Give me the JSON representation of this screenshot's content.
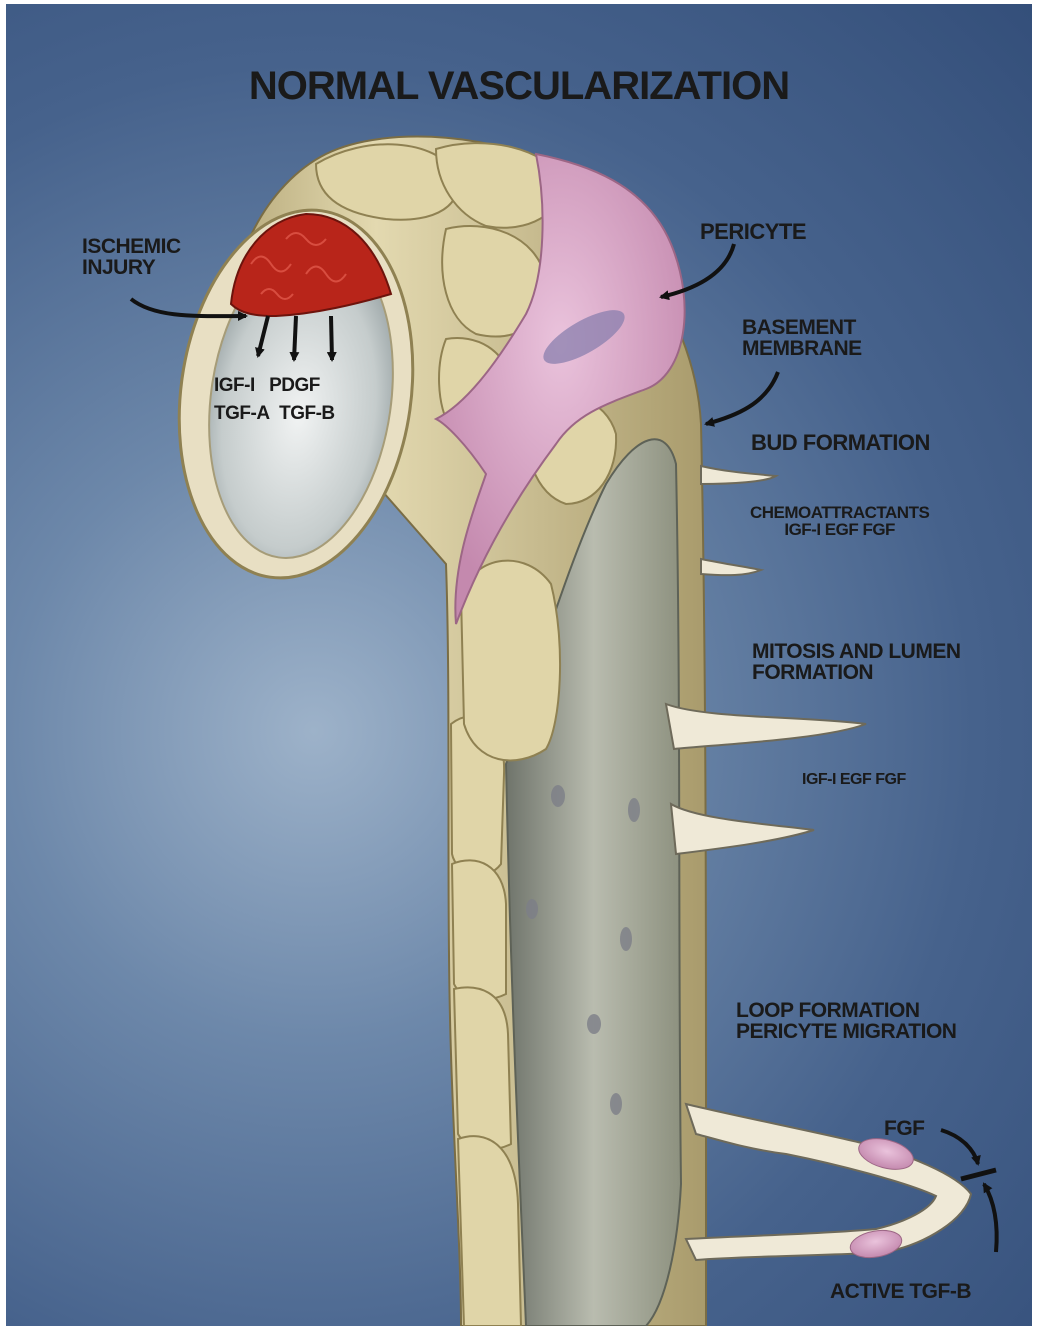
{
  "title": "NORMAL VASCULARIZATION",
  "labels": {
    "ischemic_injury": [
      "ISCHEMIC",
      "INJURY"
    ],
    "growth_factors": [
      "IGF-I   PDGF",
      "TGF-α  TGF-β"
    ],
    "pericyte": "PERICYTE",
    "basement_membrane": [
      "BASEMENT",
      "MEMBRANE"
    ],
    "bud_formation": "BUD FORMATION",
    "chemoattractants": [
      "CHEMOATTRACTANTS",
      "IGF-I EGF FGF"
    ],
    "mitosis": [
      "MITOSIS AND LUMEN",
      "FORMATION"
    ],
    "growth_factors_2": "IGF-I EGF FGF",
    "loop_formation": [
      "LOOP FORMATION",
      "PERICYTE MIGRATION"
    ],
    "fgf": "FGF",
    "active_tgf": "ACTIVE TGF-β"
  },
  "colors": {
    "background": "#3f5b85",
    "vessel": "#d8cc9e",
    "vessel_cell_outline": "#8f8152",
    "lumen": "#c8ccc4",
    "pericyte": "#d9a6c8",
    "injury": "#b8251a",
    "text": "#1a1a1a"
  }
}
